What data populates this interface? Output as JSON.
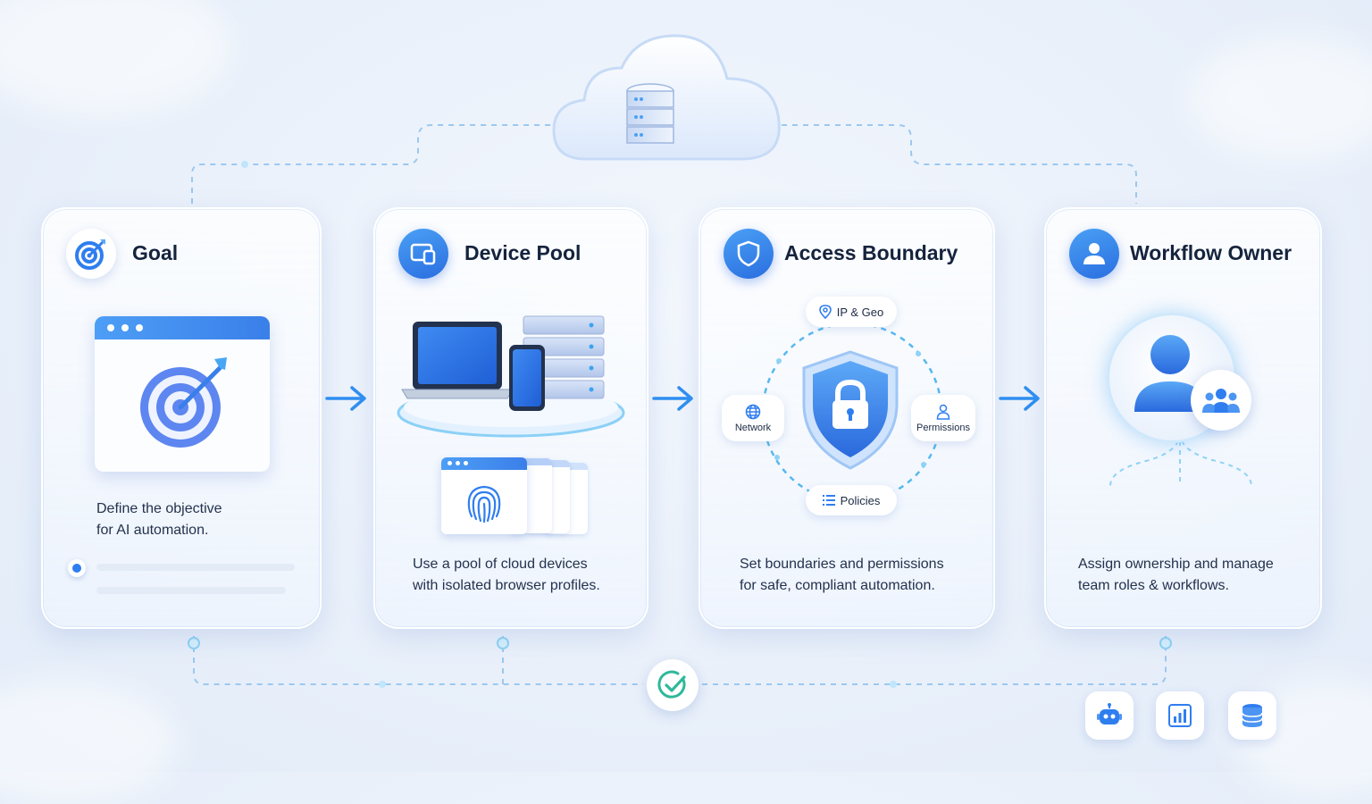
{
  "steps": [
    {
      "title": "Goal",
      "desc_line1": "Define the objective",
      "desc_line2": "for AI automation.",
      "icon": "target-icon"
    },
    {
      "title": "Device Pool",
      "desc_line1": "Use a pool of cloud devices",
      "desc_line2": "with isolated browser profiles.",
      "icon": "devices-icon"
    },
    {
      "title": "Access Boundary",
      "desc_line1": "Set boundaries and permissions",
      "desc_line2": "for safe, compliant automation.",
      "icon": "shield-icon"
    },
    {
      "title": "Workflow Owner",
      "desc_line1": "Assign ownership and manage",
      "desc_line2": "team roles & workflows.",
      "icon": "user-icon"
    }
  ],
  "access_badges": {
    "top": "IP & Geo",
    "left": "Network",
    "right": "Permissions",
    "bottom": "Policies"
  },
  "colors": {
    "accent": "#2f7ef0",
    "accent_light": "#5aa8f7",
    "check": "#2fb89a",
    "connector": "#9cc8f0"
  }
}
